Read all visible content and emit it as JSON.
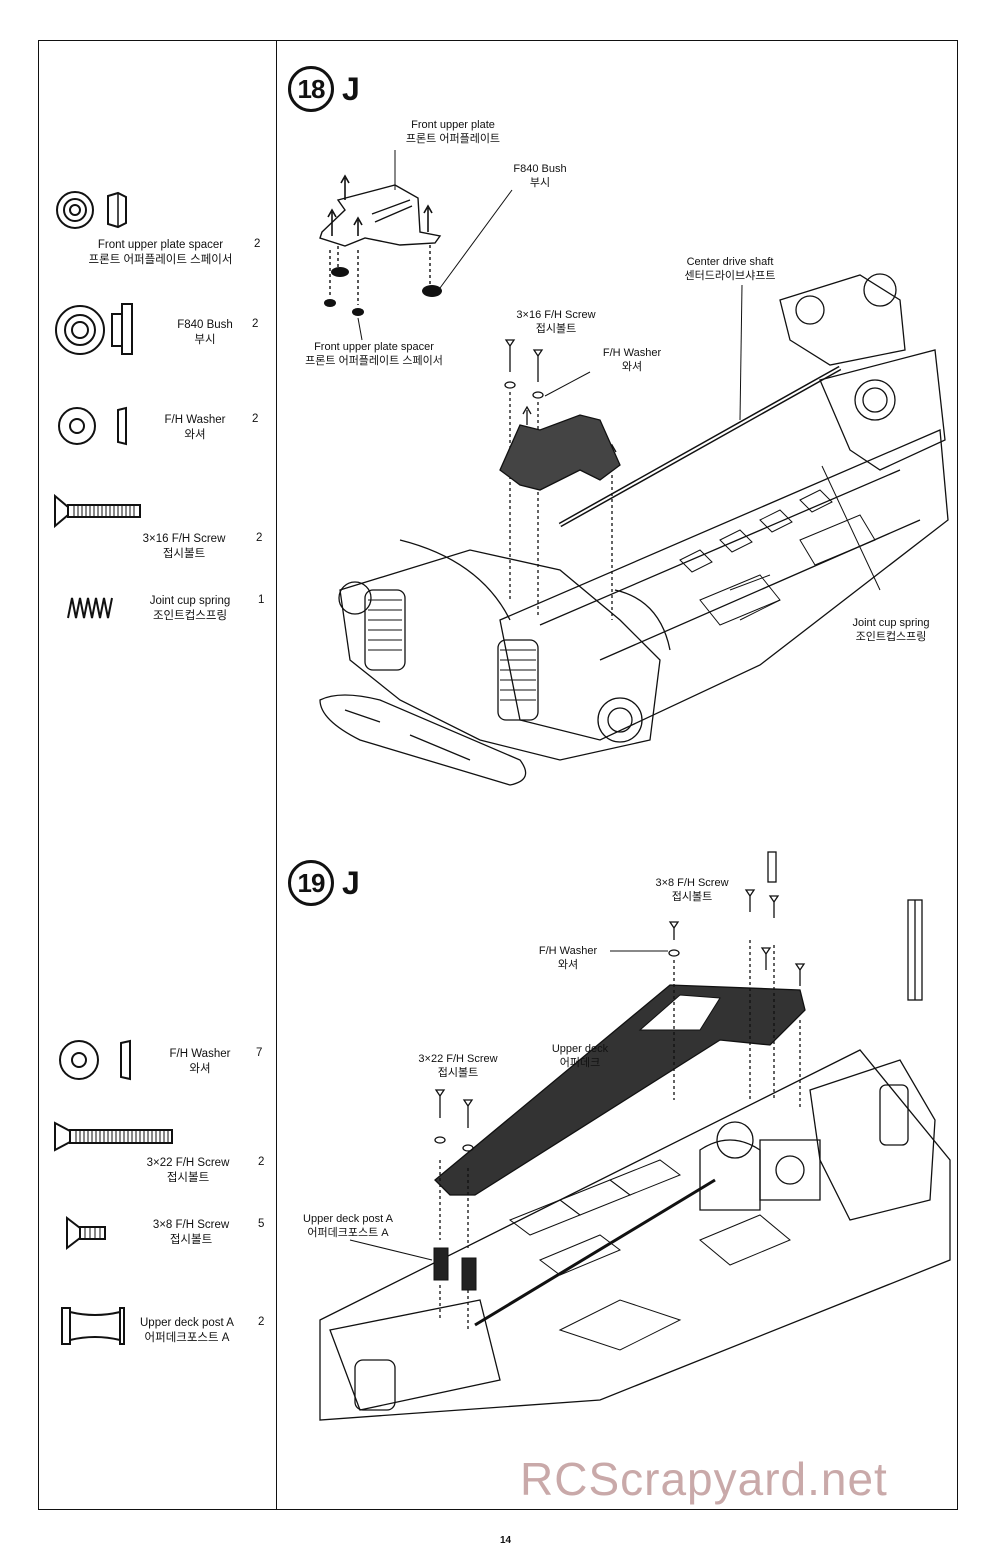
{
  "step18": {
    "number": "18",
    "letter": "J",
    "labels": {
      "front_upper_plate_en": "Front upper plate",
      "front_upper_plate_ko": "프론트 어퍼플레이트",
      "bush_en": "F840 Bush",
      "bush_ko": "부시",
      "spacer_en": "Front upper plate spacer",
      "spacer_ko": "프론트 어퍼플레이트 스페이서",
      "center_shaft_en": "Center drive shaft",
      "center_shaft_ko": "센터드라이브샤프트",
      "screw_en": "3×16 F/H Screw",
      "screw_ko": "접시볼트",
      "washer_en": "F/H Washer",
      "washer_ko": "와셔",
      "spring_en": "Joint cup spring",
      "spring_ko": "조인트컵스프링"
    }
  },
  "step19": {
    "number": "19",
    "letter": "J",
    "labels": {
      "screw8_en": "3×8 F/H Screw",
      "screw8_ko": "접시볼트",
      "washer_en": "F/H Washer",
      "washer_ko": "와셔",
      "upper_deck_en": "Upper deck",
      "upper_deck_ko": "어퍼데크",
      "screw22_en": "3×22 F/H Screw",
      "screw22_ko": "접시볼트",
      "post_en": "Upper deck post A",
      "post_ko": "어퍼데크포스트 A"
    }
  },
  "parts18": [
    {
      "en": "Front upper plate spacer",
      "ko": "프론트 어퍼플레이트 스페이서",
      "qty": "2",
      "icon": "spacer-icon"
    },
    {
      "en": "F840 Bush",
      "ko": "부시",
      "qty": "2",
      "icon": "bush-icon"
    },
    {
      "en": "F/H Washer",
      "ko": "와셔",
      "qty": "2",
      "icon": "washer-icon"
    },
    {
      "en": "3×16 F/H Screw",
      "ko": "접시볼트",
      "qty": "2",
      "icon": "screw-icon"
    },
    {
      "en": "Joint cup spring",
      "ko": "조인트컵스프링",
      "qty": "1",
      "icon": "spring-icon"
    }
  ],
  "parts19": [
    {
      "en": "F/H Washer",
      "ko": "와셔",
      "qty": "7",
      "icon": "washer-icon"
    },
    {
      "en": "3×22 F/H Screw",
      "ko": "접시볼트",
      "qty": "2",
      "icon": "long-screw-icon"
    },
    {
      "en": "3×8 F/H Screw",
      "ko": "접시볼트",
      "qty": "5",
      "icon": "short-screw-icon"
    },
    {
      "en": "Upper deck post A",
      "ko": "어퍼데크포스트 A",
      "qty": "2",
      "icon": "post-icon"
    }
  ],
  "page_number": "14",
  "watermark": "RCScrapyard.net"
}
